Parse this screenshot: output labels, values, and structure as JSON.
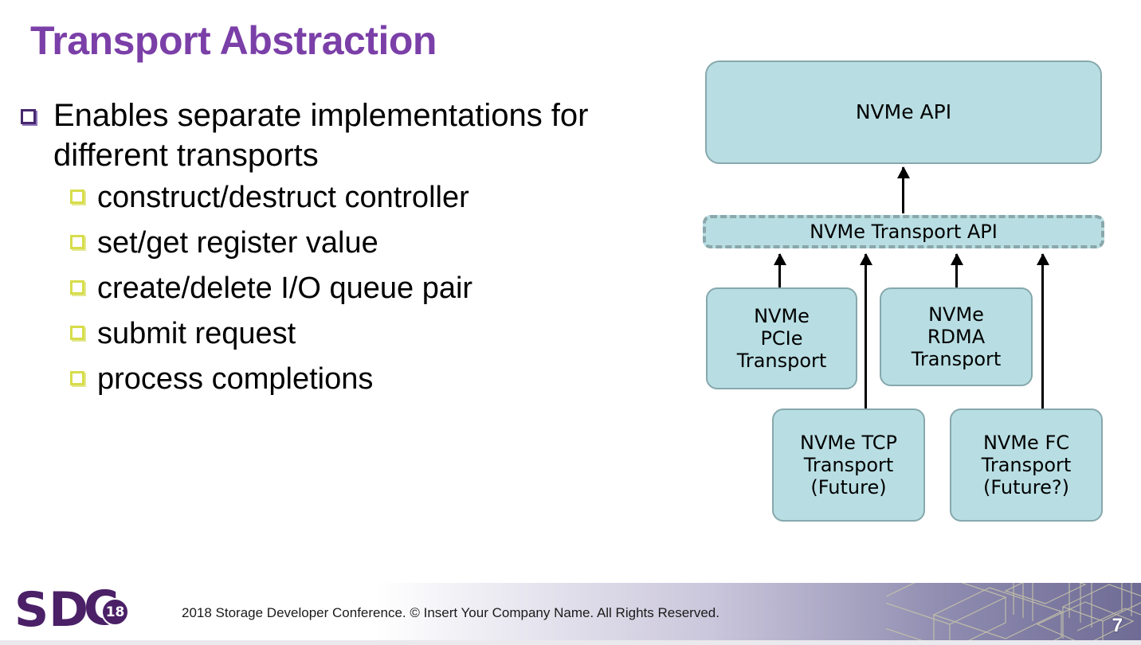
{
  "slide": {
    "title": "Transport Abstraction",
    "title_color": "#7b3fa8",
    "page_number": "7"
  },
  "bullets": [
    {
      "level": 1,
      "text": "Enables separate implementations for different transports",
      "marker": "square-outline-purple"
    },
    {
      "level": 2,
      "text": "construct/destruct controller",
      "marker": "square-outline-yellow"
    },
    {
      "level": 2,
      "text": "set/get register value",
      "marker": "square-outline-yellow"
    },
    {
      "level": 2,
      "text": "create/delete I/O queue pair",
      "marker": "square-outline-yellow"
    },
    {
      "level": 2,
      "text": "submit request",
      "marker": "square-outline-yellow"
    },
    {
      "level": 2,
      "text": "process completions",
      "marker": "square-outline-yellow"
    }
  ],
  "diagram": {
    "box_fill": "#b8dee3",
    "box_border": "#86a8ac",
    "nvme_api": "NVMe API",
    "transport_api": "NVMe  Transport API",
    "pcie": "NVMe\nPCIe\nTransport",
    "rdma": "NVMe\nRDMA\nTransport",
    "tcp": "NVMe TCP\nTransport\n(Future)",
    "fc": "NVMe FC\nTransport\n(Future?)"
  },
  "footer": {
    "text": "2018 Storage  Developer Conference. © Insert Your Company Name.  All Rights Reserved.",
    "logo_word": "SD",
    "logo_c": "C",
    "logo_badge": "18",
    "logo_color": "#4b2067"
  }
}
